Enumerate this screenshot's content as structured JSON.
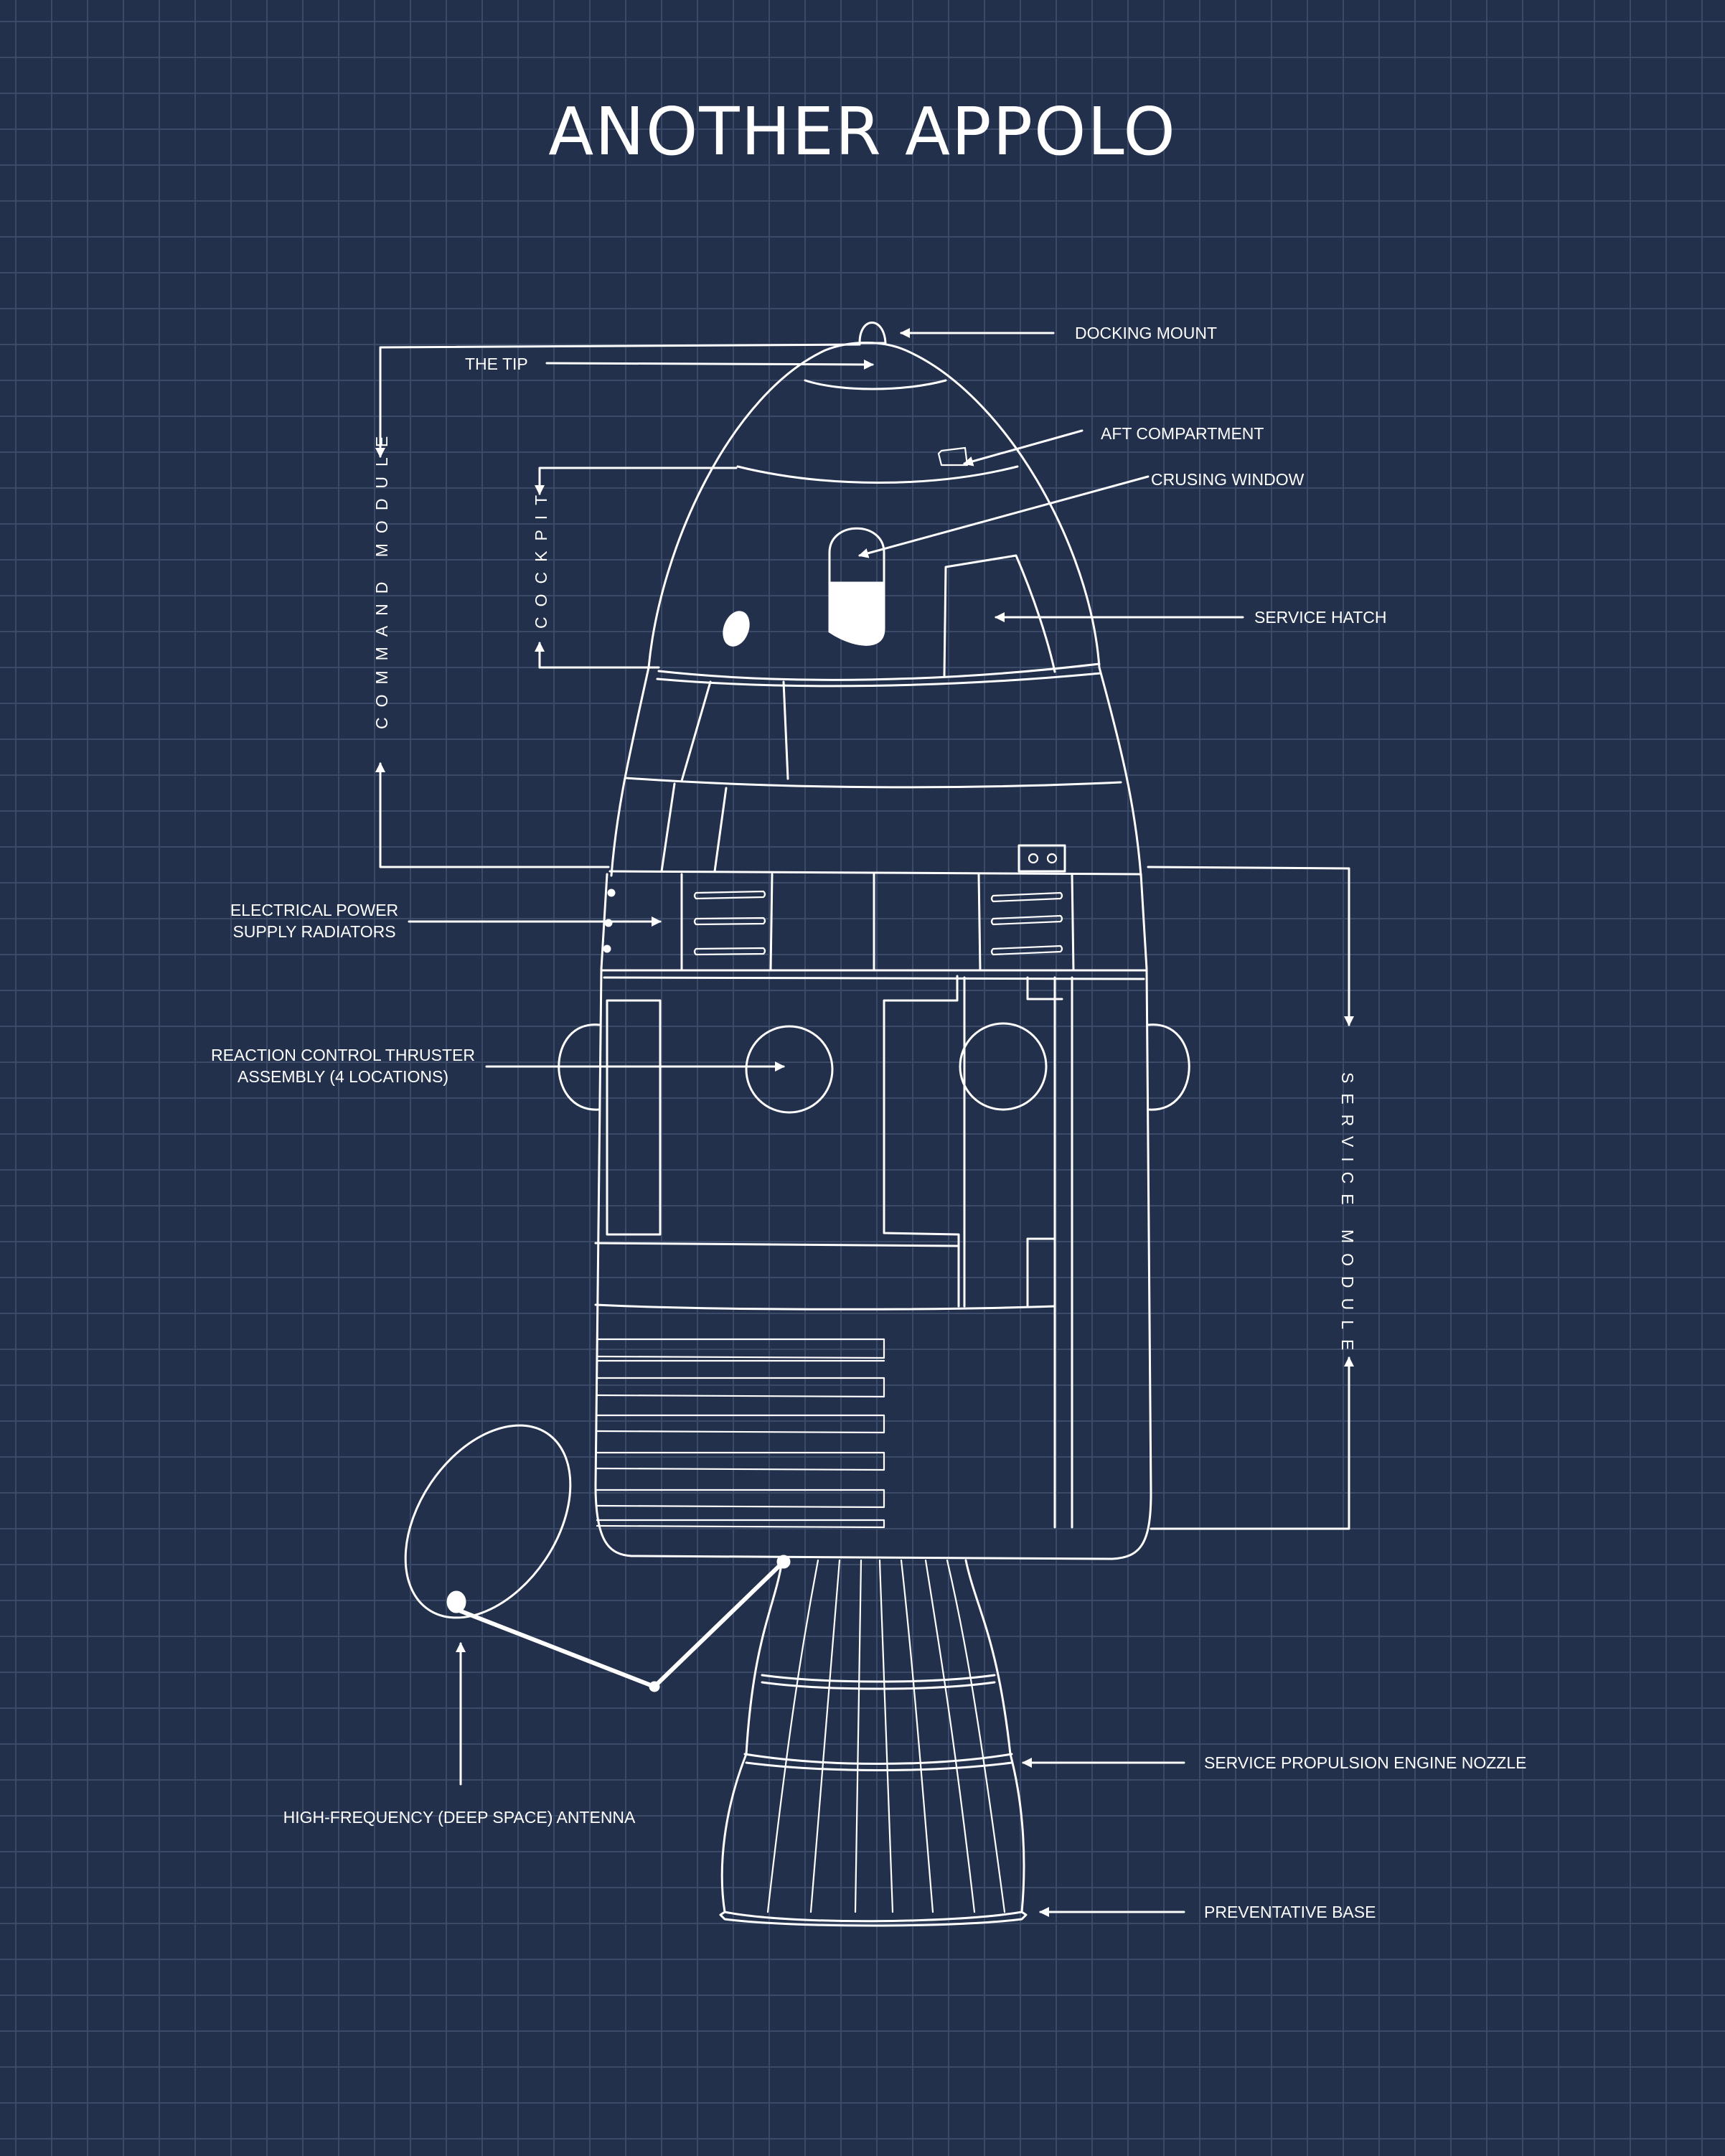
{
  "title": "ANOTHER APPOLO",
  "colors": {
    "background": "#22304b",
    "grid": "#3a4a68",
    "ink": "#ffffff"
  },
  "labels": {
    "docking_mount": "DOCKING MOUNT",
    "the_tip": "THE TIP",
    "aft_compartment": "AFT COMPARTMENT",
    "crusing_window": "CRUSING WINDOW",
    "service_hatch": "SERVICE HATCH",
    "command_module": "COMMAND MODULE",
    "cockpit": "COCKPIT",
    "electrical_power_line1": "ELECTRICAL POWER",
    "electrical_power_line2": "SUPPLY RADIATORS",
    "reaction_control_line1": "REACTION CONTROL THRUSTER",
    "reaction_control_line2": "ASSEMBLY (4 LOCATIONS)",
    "service_module": "SERVICE MODULE",
    "antenna": "HIGH-FREQUENCY (DEEP SPACE) ANTENNA",
    "engine_nozzle": "SERVICE PROPULSION ENGINE NOZZLE",
    "preventative_base": "PREVENTATIVE BASE"
  }
}
